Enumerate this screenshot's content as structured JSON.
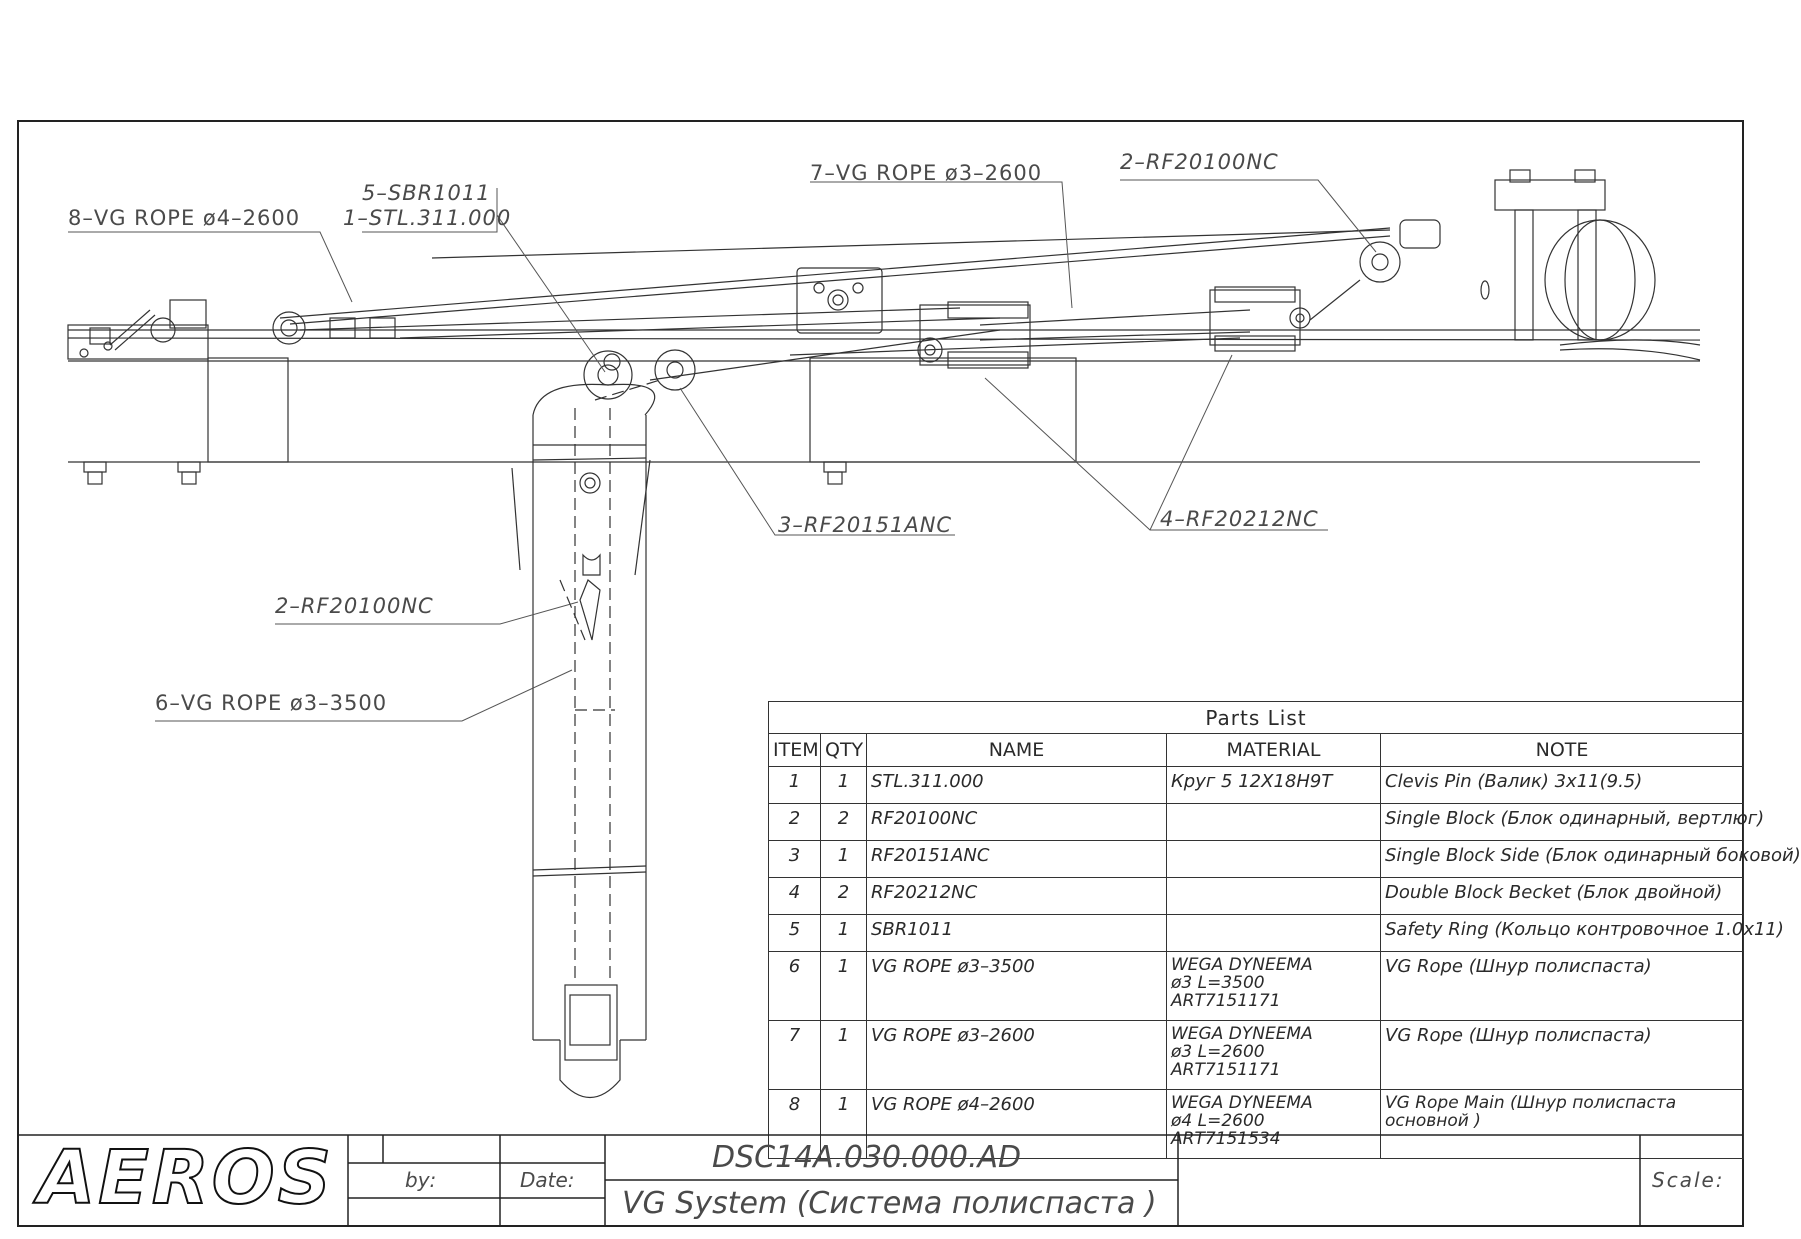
{
  "callouts": {
    "c8": "8–VG ROPE ø4–2600",
    "c5": "5–SBR1011",
    "c1": "1–STL.311.000",
    "c7": "7–VG ROPE ø3–2600",
    "c2top": "2–RF20100NC",
    "c3": "3–RF20151ANC",
    "c4": "4–RF20212NC",
    "c2": "2–RF20100NC",
    "c6": "6–VG ROPE ø3–3500"
  },
  "parts_list": {
    "caption": "Parts List",
    "headers": [
      "ITEM",
      "QTY",
      "NAME",
      "MATERIAL",
      "NOTE"
    ],
    "rows": [
      {
        "item": "1",
        "qty": "1",
        "name": "STL.311.000",
        "material": "Круг 5 12Х18Н9Т",
        "note": "Clevis Pin (Валик) 3x11(9.5)"
      },
      {
        "item": "2",
        "qty": "2",
        "name": "RF20100NC",
        "material": "",
        "note": "Single Block (Блок одинарный, вертлюг)"
      },
      {
        "item": "3",
        "qty": "1",
        "name": "RF20151ANC",
        "material": "",
        "note": "Single Block Side (Блок одинарный боковой)"
      },
      {
        "item": "4",
        "qty": "2",
        "name": "RF20212NC",
        "material": "",
        "note": "Double Block Becket (Блок двойной)"
      },
      {
        "item": "5",
        "qty": "1",
        "name": "SBR1011",
        "material": "",
        "note": "Safety Ring (Кольцо контровочное 1.0x11)"
      },
      {
        "item": "6",
        "qty": "1",
        "name": "VG ROPE ø3–3500",
        "material": "WEGA DYNEEMA\nø3 L=3500\nART7151171",
        "note": "VG Rope (Шнур полиспаста)"
      },
      {
        "item": "7",
        "qty": "1",
        "name": "VG ROPE ø3–2600",
        "material": "WEGA DYNEEMA\nø3 L=2600\nART7151171",
        "note": "VG Rope (Шнур полиспаста)"
      },
      {
        "item": "8",
        "qty": "1",
        "name": "VG ROPE ø4–2600",
        "material": "WEGA DYNEEMA\nø4 L=2600\nART7151534",
        "note": "VG Rope Main (Шнур полиспаста\nосновной )"
      }
    ]
  },
  "title_block": {
    "logo": "AEROS",
    "by_label": "by:",
    "date_label": "Date:",
    "drawing_number": "DSC14A.030.000.AD",
    "drawing_title": "VG System (Система полиспаста )",
    "scale_label": "Scale:"
  }
}
